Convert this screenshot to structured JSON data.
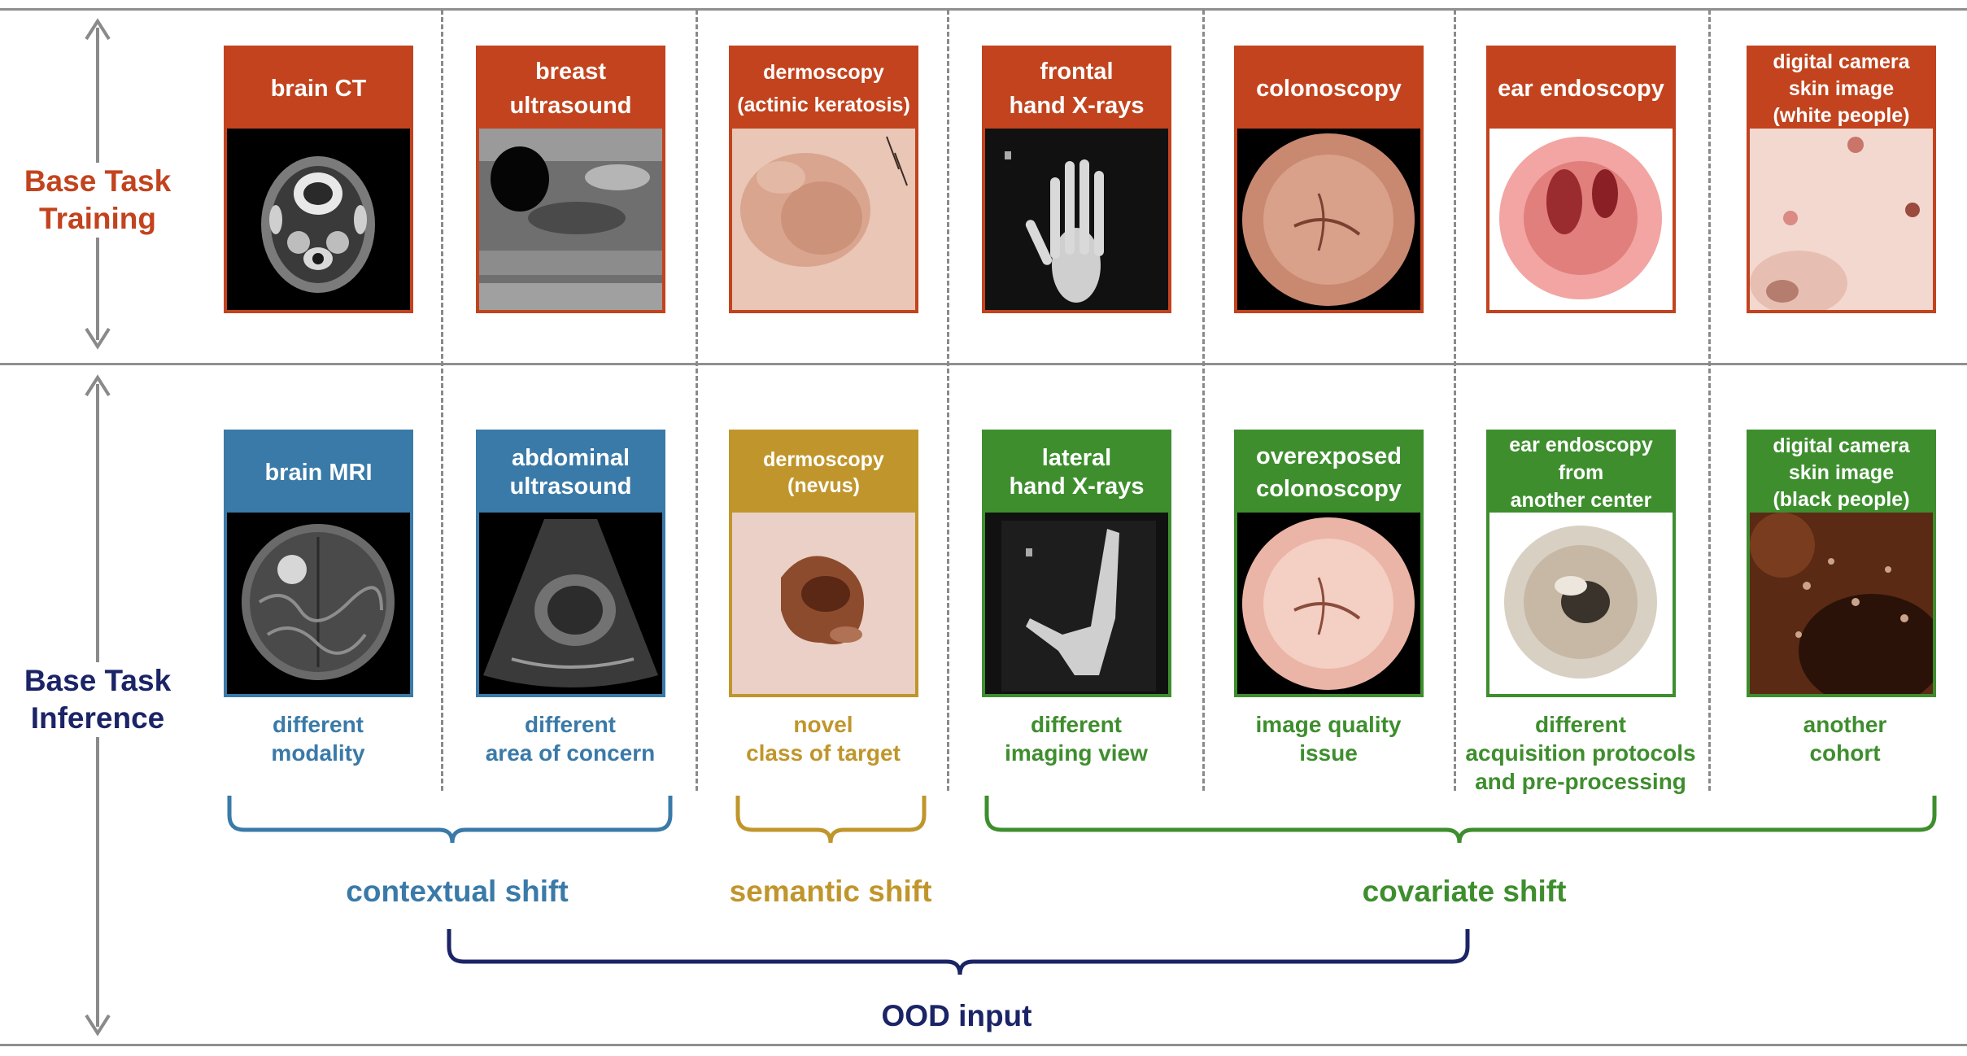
{
  "row_labels": {
    "training": "Base Task\nTraining",
    "inference": "Base Task\nInference"
  },
  "colors": {
    "training": "#c2431d",
    "contextual": "#3a7aa8",
    "semantic": "#c0962c",
    "covariate": "#3e8e2e",
    "ood": "#1b2466",
    "separator": "#8a8a8a"
  },
  "training_cards": [
    {
      "title": "brain CT",
      "image": "brain-ct-image"
    },
    {
      "title": "breast\nultrasound",
      "image": "breast-ultrasound-image"
    },
    {
      "title": "dermoscopy\n(actinic keratosis)",
      "image": "dermoscopy-actinic-keratosis-image"
    },
    {
      "title": "frontal\nhand X-rays",
      "image": "frontal-hand-xray-image"
    },
    {
      "title": "colonoscopy",
      "image": "colonoscopy-image"
    },
    {
      "title": "ear endoscopy",
      "image": "ear-endoscopy-image"
    },
    {
      "title": "digital camera\nskin image\n(white people)",
      "image": "skin-image-white-people"
    }
  ],
  "inference_cards": [
    {
      "title": "brain MRI",
      "caption": "different\nmodality",
      "shift": "contextual",
      "image": "brain-mri-image"
    },
    {
      "title": "abdominal\nultrasound",
      "caption": "different\narea of concern",
      "shift": "contextual",
      "image": "abdominal-ultrasound-image"
    },
    {
      "title": "dermoscopy\n(nevus)",
      "caption": "novel\nclass of target",
      "shift": "semantic",
      "image": "dermoscopy-nevus-image"
    },
    {
      "title": "lateral\nhand X-rays",
      "caption": "different\nimaging view",
      "shift": "covariate",
      "image": "lateral-hand-xray-image"
    },
    {
      "title": "overexposed\ncolonoscopy",
      "caption": "image quality\nissue",
      "shift": "covariate",
      "image": "overexposed-colonoscopy-image"
    },
    {
      "title": "ear endoscopy\nfrom\nanother center",
      "caption": "different\nacquisition protocols\nand pre-processing",
      "shift": "covariate",
      "image": "ear-endoscopy-other-center-image"
    },
    {
      "title": "digital camera\nskin image\n(black people)",
      "caption": "another\ncohort",
      "shift": "covariate",
      "image": "skin-image-black-people"
    }
  ],
  "groups": {
    "contextual": "contextual shift",
    "semantic": "semantic shift",
    "covariate": "covariate shift",
    "ood": "OOD input"
  }
}
